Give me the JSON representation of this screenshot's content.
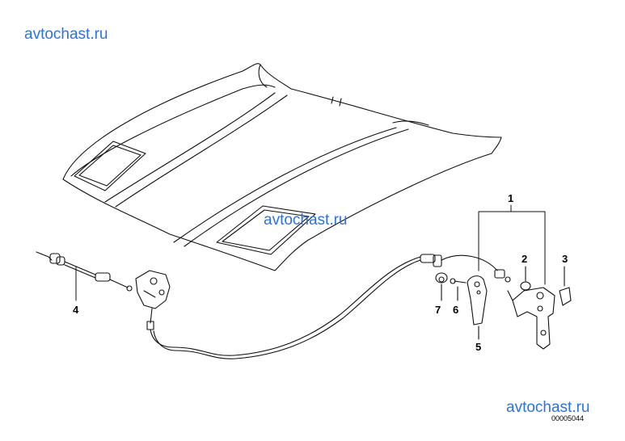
{
  "watermarks": [
    "avtochast.ru",
    "avtochast.ru",
    "avtochast.ru"
  ],
  "callouts": [
    "1",
    "2",
    "3",
    "4",
    "5",
    "6",
    "7"
  ],
  "drawing_code": "00005044"
}
